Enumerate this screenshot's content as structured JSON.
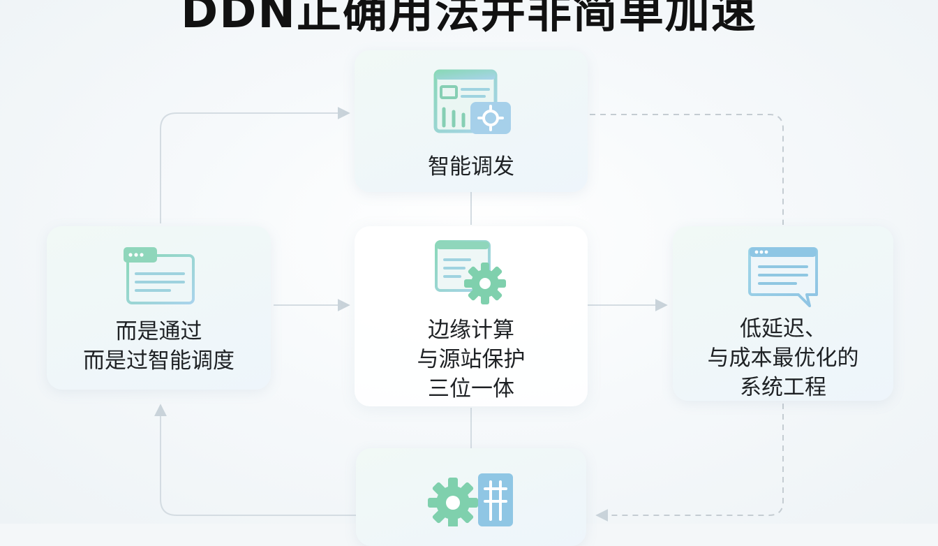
{
  "title": "DDN正确用法并非简单加速",
  "nodes": {
    "top": {
      "label": "智能调发",
      "icon": "dashboard-gear-icon"
    },
    "left": {
      "line1": "而是通过",
      "line2": "而是过智能调度",
      "icon": "browser-window-icon"
    },
    "center": {
      "line1": "边缘计算",
      "line2": "与源站保护",
      "line3": "三位一体",
      "icon": "document-gear-icon"
    },
    "right": {
      "line1": "低延迟、",
      "line2": "与成本最优化的",
      "line3": "系统工程",
      "icon": "chat-window-icon"
    },
    "bottom": {
      "icon": "gear-grid-icon"
    }
  },
  "colors": {
    "teal": "#7fd0b5",
    "blue": "#8cc6e6",
    "arrow": "#c9d3da",
    "dashed": "#c4ccd2"
  }
}
